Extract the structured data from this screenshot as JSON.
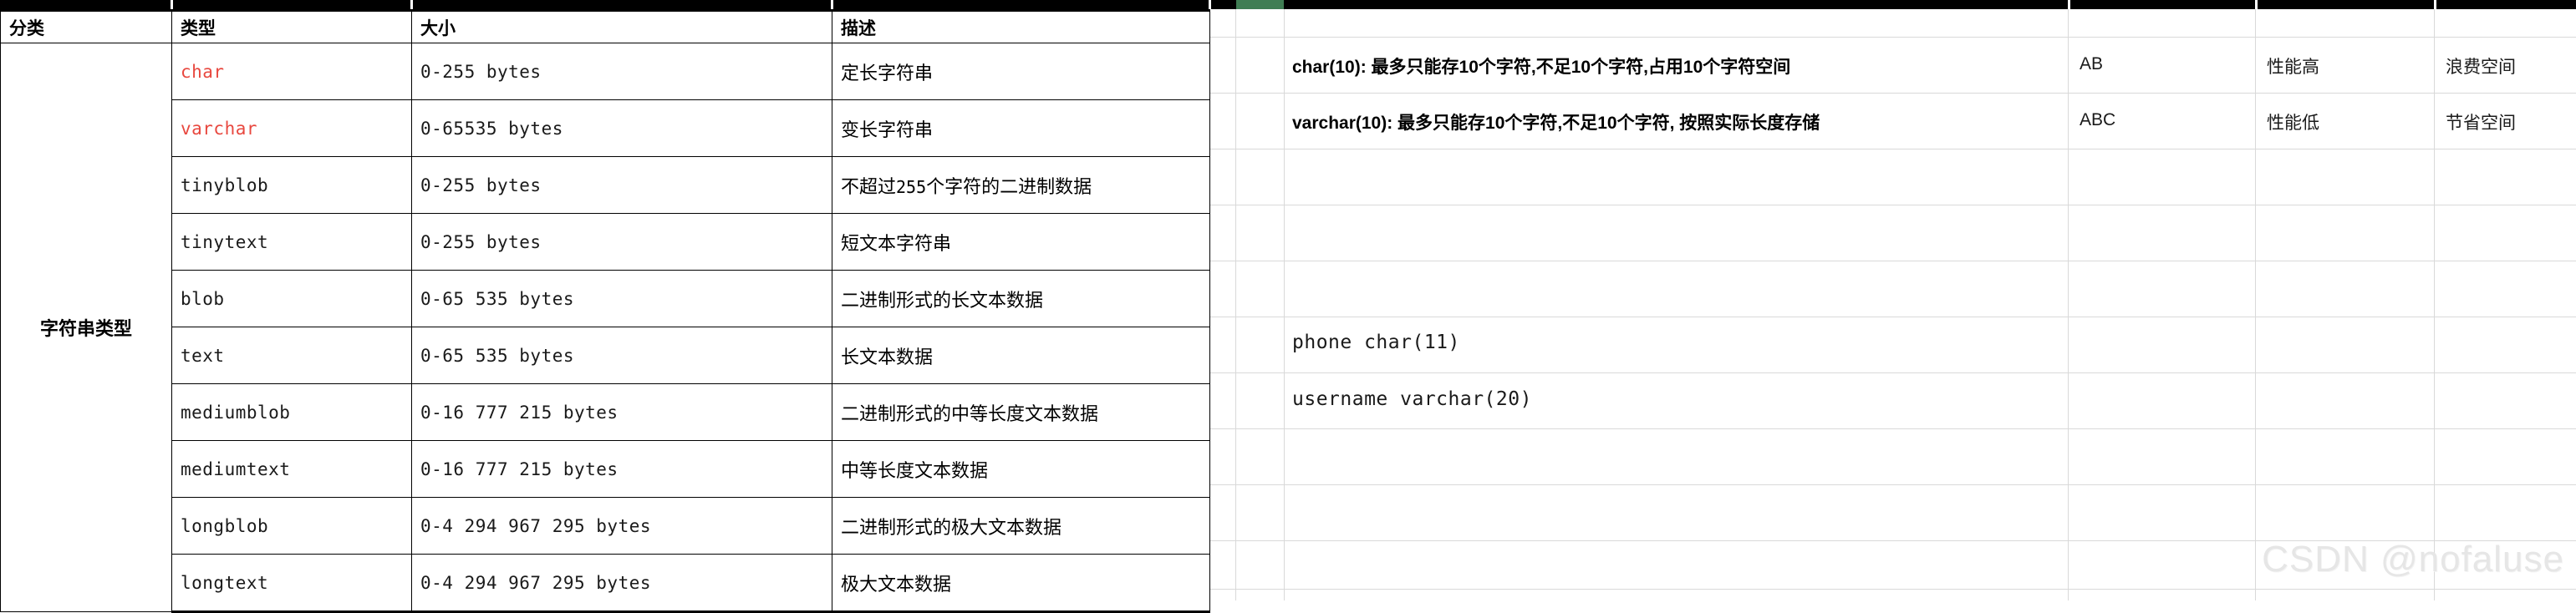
{
  "table": {
    "headers": [
      "分类",
      "类型",
      "大小",
      "描述"
    ],
    "category_label": "字符串类型",
    "rows": [
      {
        "type": "char",
        "highlight": true,
        "size": "0-255 bytes",
        "desc_pre": "定长字符串",
        "desc_num": "",
        "desc_post": ""
      },
      {
        "type": "varchar",
        "highlight": true,
        "size": "0-65535 bytes",
        "desc_pre": "变长字符串",
        "desc_num": "",
        "desc_post": ""
      },
      {
        "type": "tinyblob",
        "highlight": false,
        "size": "0-255 bytes",
        "desc_pre": "不超过",
        "desc_num": "255",
        "desc_post": "个字符的二进制数据"
      },
      {
        "type": "tinytext",
        "highlight": false,
        "size": "0-255 bytes",
        "desc_pre": "短文本字符串",
        "desc_num": "",
        "desc_post": ""
      },
      {
        "type": "blob",
        "highlight": false,
        "size": "0-65 535 bytes",
        "desc_pre": "二进制形式的长文本数据",
        "desc_num": "",
        "desc_post": ""
      },
      {
        "type": "text",
        "highlight": false,
        "size": "0-65 535 bytes",
        "desc_pre": "长文本数据",
        "desc_num": "",
        "desc_post": ""
      },
      {
        "type": "mediumblob",
        "highlight": false,
        "size": "0-16 777 215 bytes",
        "desc_pre": "二进制形式的中等长度文本数据",
        "desc_num": "",
        "desc_post": ""
      },
      {
        "type": "mediumtext",
        "highlight": false,
        "size": "0-16 777 215 bytes",
        "desc_pre": "中等长度文本数据",
        "desc_num": "",
        "desc_post": ""
      },
      {
        "type": "longblob",
        "highlight": false,
        "size": "0-4 294 967 295 bytes",
        "desc_pre": "二进制形式的极大文本数据",
        "desc_num": "",
        "desc_post": ""
      },
      {
        "type": "longtext",
        "highlight": false,
        "size": "0-4 294 967 295 bytes",
        "desc_pre": "极大文本数据",
        "desc_num": "",
        "desc_post": ""
      }
    ]
  },
  "notes": {
    "char_note": "char(10): 最多只能存10个字符,不足10个字符,占用10个字符空间",
    "varchar_note": "varchar(10): 最多只能存10个字符,不足10个字符, 按照实际长度存储",
    "char_value": "AB",
    "varchar_value": "ABC",
    "char_perf": "性能高",
    "varchar_perf": "性能低",
    "char_space": "浪费空间",
    "varchar_space": "节省空间",
    "example_phone": "phone char(11)",
    "example_username": "username varchar(20)"
  },
  "watermark": "CSDN @nofaluse",
  "colors": {
    "keyword": "#e8483f",
    "selection": "#3f7d53",
    "grid": "#d9d9d9",
    "border": "#000000"
  }
}
